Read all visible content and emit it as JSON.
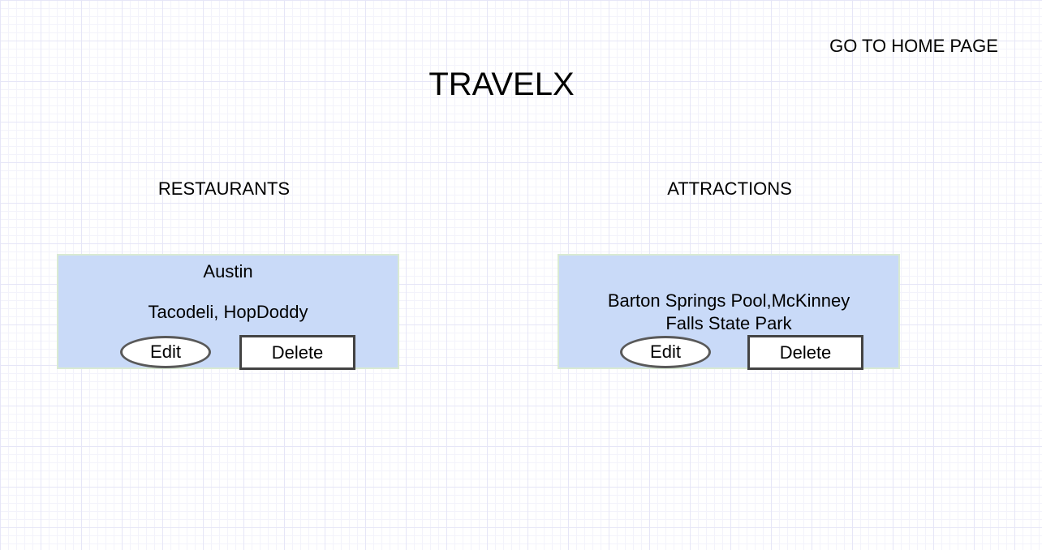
{
  "header": {
    "home_link": "GO TO HOME PAGE",
    "app_title": "TRAVELX"
  },
  "restaurants": {
    "heading": "RESTAURANTS",
    "card": {
      "city": "Austin",
      "items": "Tacodeli, HopDoddy",
      "edit_label": "Edit",
      "delete_label": "Delete"
    }
  },
  "attractions": {
    "heading": "ATTRACTIONS",
    "card": {
      "items_line1": "Barton Springs Pool,McKinney",
      "items_line2": "Falls State Park",
      "edit_label": "Edit",
      "delete_label": "Delete"
    }
  },
  "colors": {
    "card_background": "#c9daf8",
    "card_border": "#d9ead3",
    "grid_line": "#e6e6f7"
  }
}
